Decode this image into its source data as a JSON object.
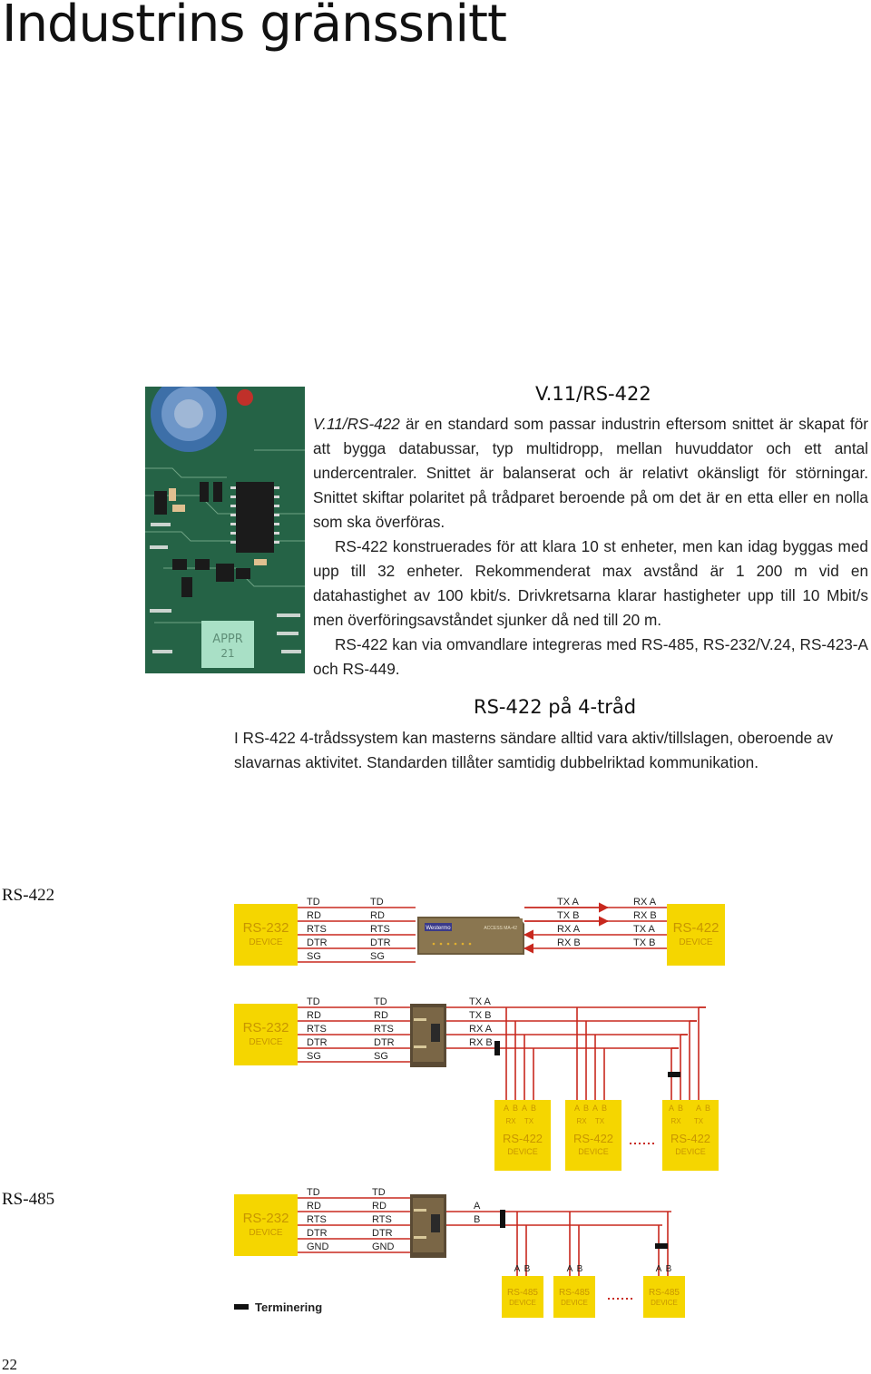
{
  "page_title": "Industrins gränssnitt",
  "section_v11": {
    "heading": "V.11/RS-422",
    "p1_italic": "V.11/RS-422",
    "p1_rest": " är en standard som passar industrin eftersom snittet är skapat för att bygga databussar, typ multidropp, mellan huvuddator och ett antal undercentraler. Snittet är balanserat och är relativt okänsligt för störningar. Snittet skiftar polaritet på trådparet beroende på om det är en etta eller en nolla som ska överföras.",
    "p2": "RS-422 konstruerades för att klara 10 st enheter, men kan idag byggas med upp till 32 enheter. Rekommenderat max avstånd är 1 200 m vid en datahastighet av 100 kbit/s. Drivkretsarna klarar hastigheter upp till 10 Mbit/s men överföringsavståndet sjunker då ned till 20 m.",
    "p3": "RS-422 kan via omvandlare integreras med RS-485, RS-232/V.24, RS-423-A och RS-449."
  },
  "section_4wire": {
    "heading": "RS-422 på 4-tråd",
    "p1": "I RS-422 4-trådssystem kan masterns sändare alltid vara aktiv/tillslagen, oberoende av slavarnas aktivitet. Standarden tillåter samtidig dubbelriktad kommunikation."
  },
  "photo": {
    "label_line1": "APPR",
    "label_line2": "21"
  },
  "diagram": {
    "label_rs422": "RS-422",
    "label_rs485": "RS-485",
    "rs232_device_title": "RS-232",
    "device_word": "DEVICE",
    "rs422_device_title": "RS-422",
    "rs485_device_title": "RS-485",
    "rs232_signals": [
      "TD",
      "RD",
      "RTS",
      "DTR",
      "SG"
    ],
    "rs232_signals_485": [
      "TD",
      "RD",
      "RTS",
      "DTR",
      "GND"
    ],
    "converter_out": [
      "TX A",
      "TX B",
      "RX A",
      "RX B"
    ],
    "device_in": [
      "RX A",
      "RX B",
      "TX A",
      "TX B"
    ],
    "bus_485": [
      "A",
      "B"
    ],
    "ab": [
      "A",
      "B"
    ],
    "rx_label": "RX",
    "tx_label": "TX",
    "converter_brand": "Westermo",
    "converter_model": "ACCESS MA-42",
    "legend_termination": "Terminering",
    "colors": {
      "yellow": "#f5d600",
      "yellow_text": "#c89600",
      "wire": "#c8281e"
    }
  },
  "page_number": "22"
}
